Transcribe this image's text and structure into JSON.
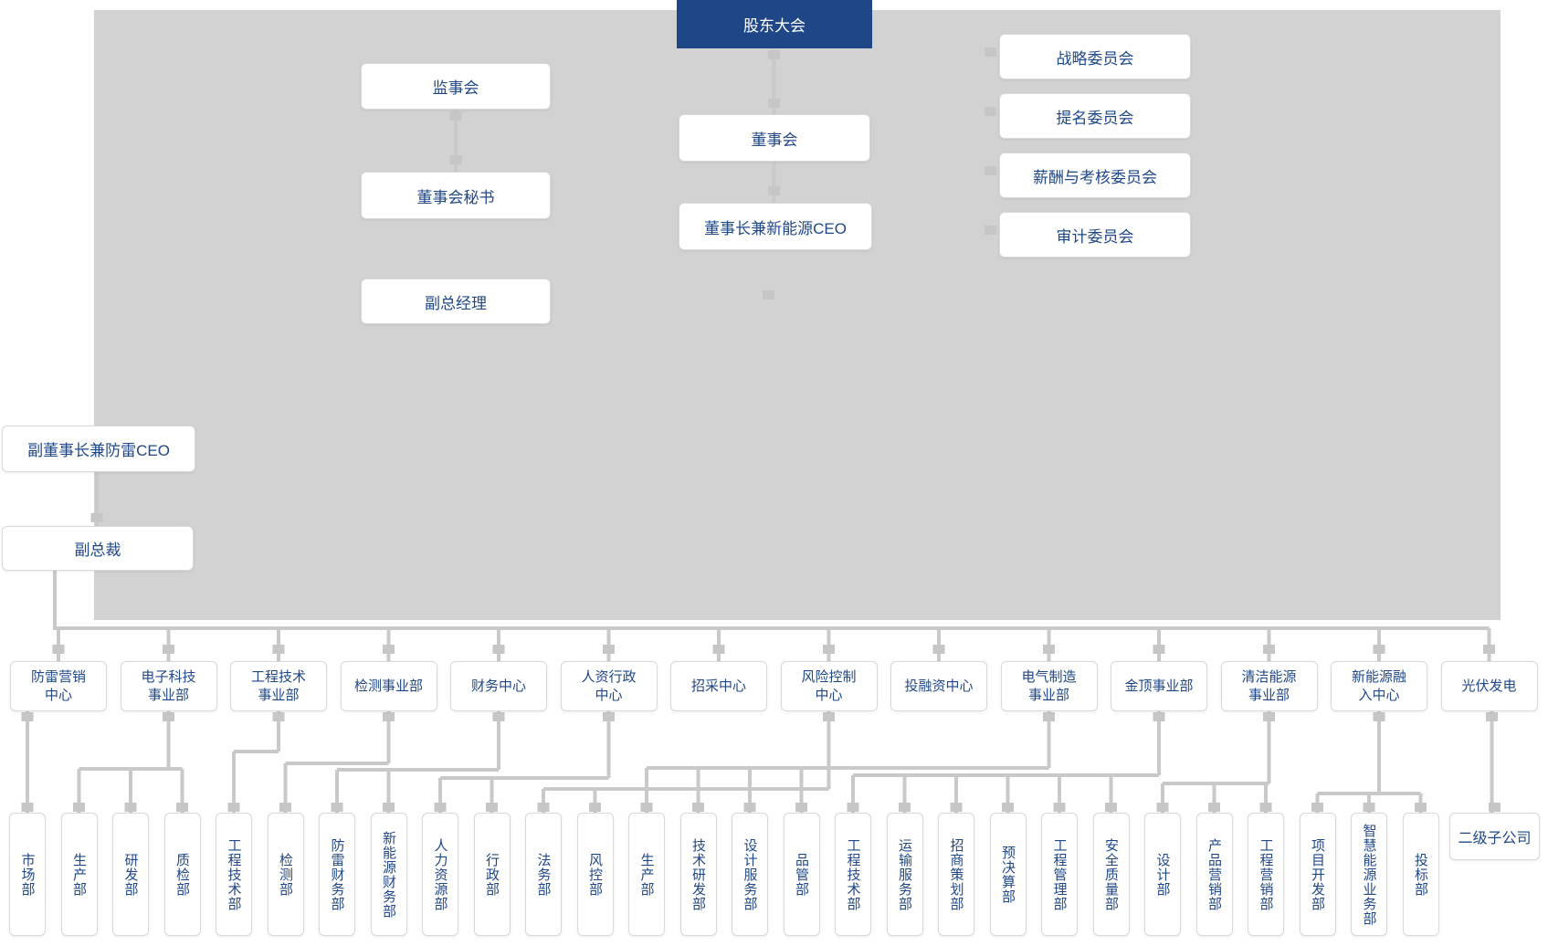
{
  "org": {
    "colors": {
      "navy": "#1f4788",
      "line": "#c9c9c9",
      "nub": "#c6c6c6",
      "block_gray": "#d2d2d2",
      "box_border": "#d9d9d9"
    },
    "top": {
      "shareholders": "股东大会",
      "board": "董事会",
      "chairman": "董事长兼新能源CEO",
      "supervisory": "监事会",
      "secretary": "董事会秘书",
      "deputy_gm": "副总经理",
      "vice_chairman": "副董事长兼防雷CEO",
      "vice_president": "副总裁",
      "committees": [
        "战略委员会",
        "提名委员会",
        "薪酬与考核委员会",
        "审计委员会"
      ]
    },
    "divisions": [
      {
        "label": "防雷营销中心",
        "lines": [
          "防雷营销",
          "中心"
        ],
        "children": [
          0
        ]
      },
      {
        "label": "电子科技事业部",
        "lines": [
          "电子科技",
          "事业部"
        ],
        "children": [
          1,
          2,
          3
        ]
      },
      {
        "label": "工程技术事业部",
        "lines": [
          "工程技术",
          "事业部"
        ],
        "children": [
          4
        ]
      },
      {
        "label": "检测事业部",
        "lines": [
          "检测事业部"
        ],
        "children": [
          5
        ]
      },
      {
        "label": "财务中心",
        "lines": [
          "财务中心"
        ],
        "children": [
          6,
          7
        ]
      },
      {
        "label": "人资行政中心",
        "lines": [
          "人资行政",
          "中心"
        ],
        "children": [
          8,
          9
        ]
      },
      {
        "label": "招采中心",
        "lines": [
          "招采中心"
        ],
        "children": []
      },
      {
        "label": "风险控制中心",
        "lines": [
          "风险控制",
          "中心"
        ],
        "children": [
          10,
          11
        ]
      },
      {
        "label": "投融资中心",
        "lines": [
          "投融资中心"
        ],
        "children": []
      },
      {
        "label": "电气制造事业部",
        "lines": [
          "电气制造",
          "事业部"
        ],
        "children": [
          12,
          13,
          14,
          15
        ]
      },
      {
        "label": "金顶事业部",
        "lines": [
          "金顶事业部"
        ],
        "children": [
          16,
          17,
          18,
          19,
          20,
          21
        ]
      },
      {
        "label": "清洁能源事业部",
        "lines": [
          "清洁能源",
          "事业部"
        ],
        "children": [
          22,
          23,
          24
        ]
      },
      {
        "label": "新能源融入中心",
        "lines": [
          "新能源融",
          "入中心"
        ],
        "children": [
          25,
          26,
          27
        ]
      },
      {
        "label": "光伏发电",
        "lines": [
          "光伏发电"
        ],
        "children": [
          "subsidiary"
        ]
      }
    ],
    "departments": [
      "市场部",
      "生产部",
      "研发部",
      "质检部",
      "工程技术部",
      "检测部",
      "防雷财务部",
      "新能源财务部",
      "人力资源部",
      "行政部",
      "法务部",
      "风控部",
      "生产部",
      "技术研发部",
      "设计服务部",
      "品管部",
      "工程技术部",
      "运输服务部",
      "招商策划部",
      "预决算部",
      "工程管理部",
      "安全质量部",
      "设计部",
      "产品营销部",
      "工程营销部",
      "项目开发部",
      "智慧能源业务部",
      "投标部"
    ],
    "subsidiary": "二级子公司"
  }
}
